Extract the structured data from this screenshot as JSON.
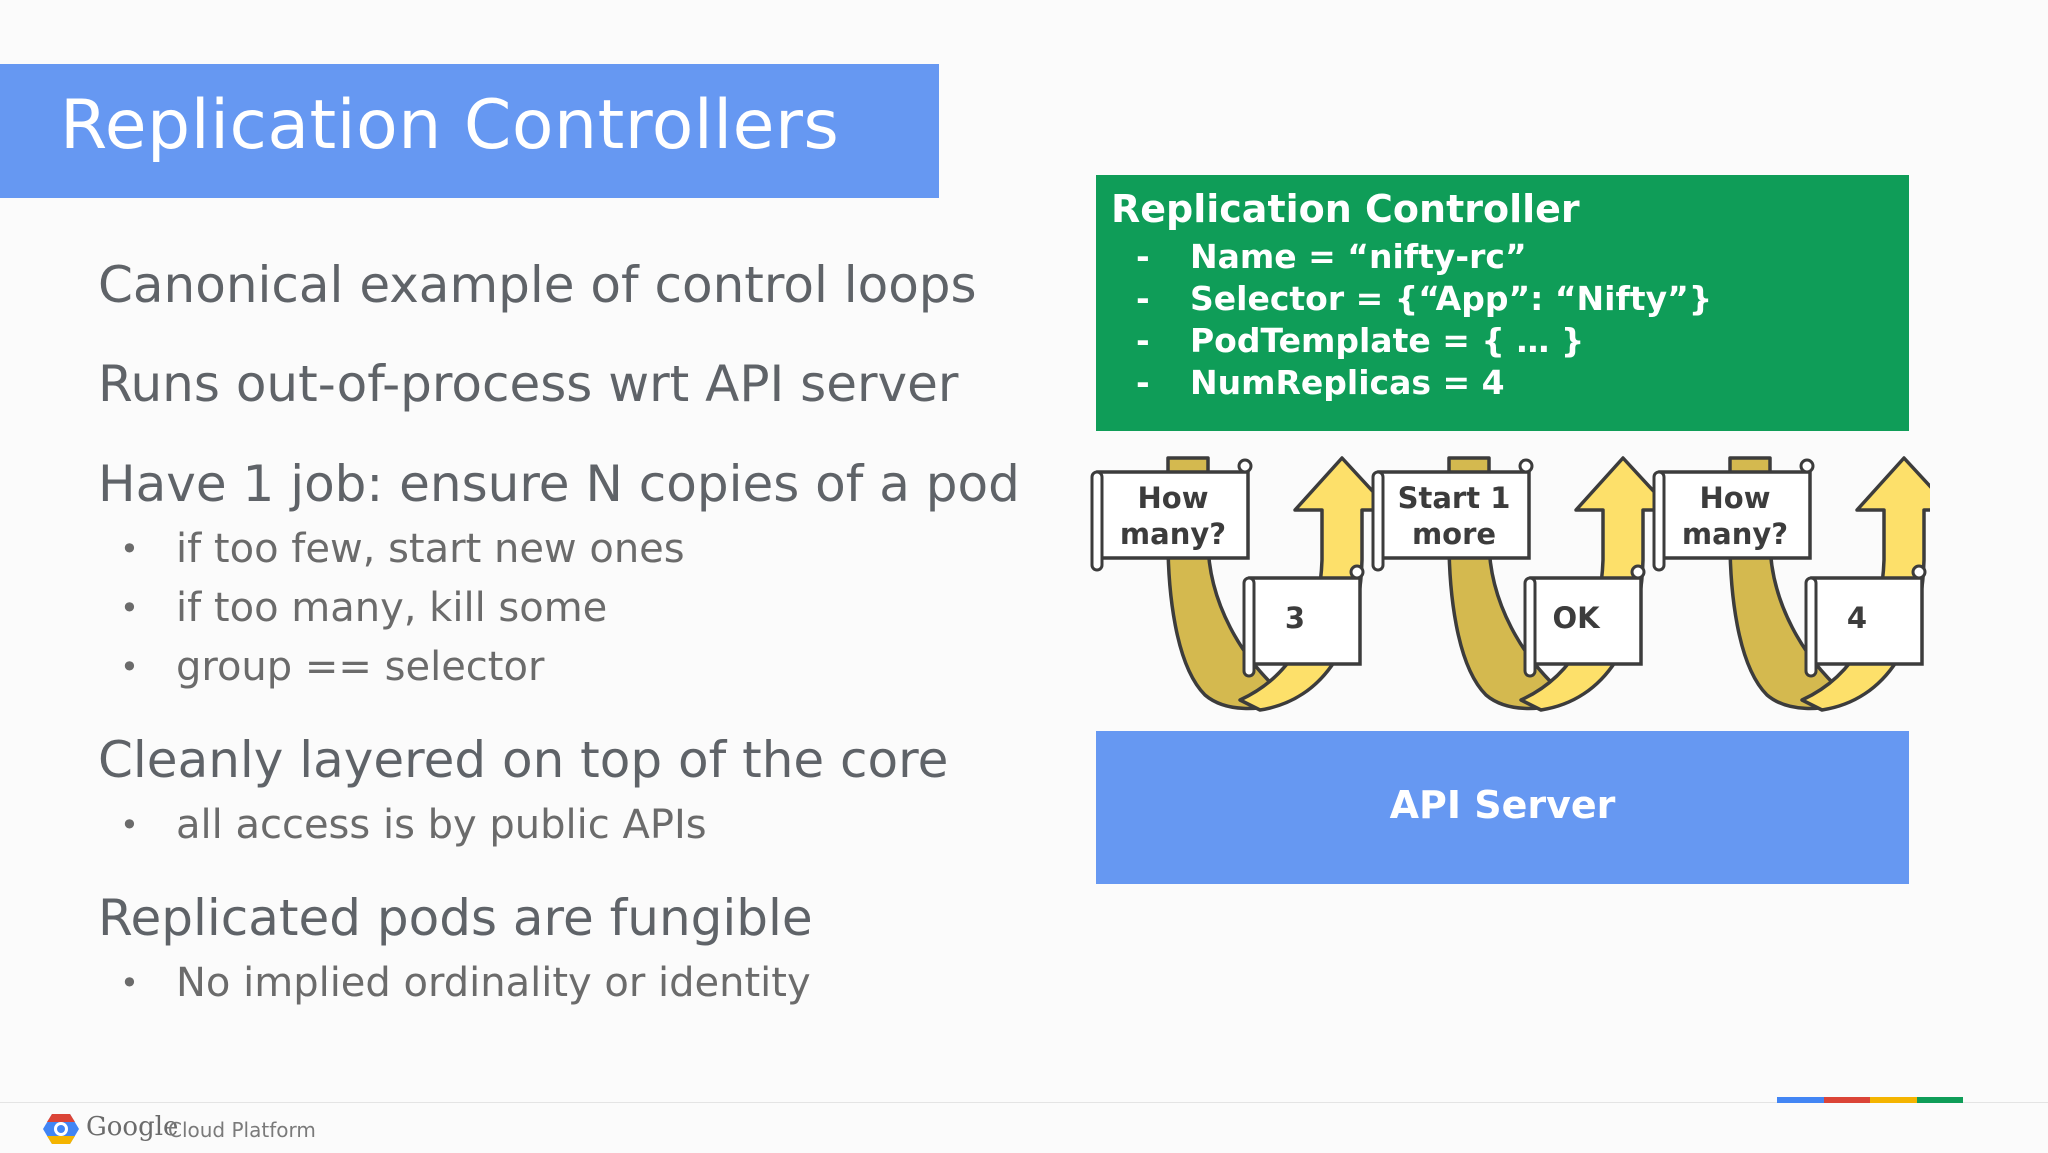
{
  "title": "Replication Controllers",
  "bullets": {
    "b1": "Canonical example of control loops",
    "b2": "Runs out-of-process wrt API server",
    "b3": "Have 1 job: ensure N copies of a pod",
    "b3_sub": [
      "if too few, start new ones",
      "if too many, kill some",
      "group == selector"
    ],
    "b4": "Cleanly layered on top of the core",
    "b4_sub": [
      "all access is by public APIs"
    ],
    "b5": "Replicated pods are fungible",
    "b5_sub": [
      "No implied ordinality or identity"
    ],
    "bullet_glyph": "•"
  },
  "replication_controller": {
    "heading": "Replication Controller",
    "dash": "-",
    "fields": [
      "Name = “nifty-rc”",
      "Selector = {“App”: “Nifty”}",
      "PodTemplate = { … }",
      "NumReplicas = 4"
    ]
  },
  "loops": [
    {
      "query_line1": "How",
      "query_line2": "many?",
      "reply": "3"
    },
    {
      "query_line1": "Start 1",
      "query_line2": "more",
      "reply": "OK"
    },
    {
      "query_line1": "How",
      "query_line2": "many?",
      "reply": "4"
    }
  ],
  "api_server": "API Server",
  "footer": {
    "brand": "Google",
    "product": "Cloud Platform",
    "logo_icon": "google-cloud-hexagon-icon"
  },
  "colors": {
    "title_bar": "#6698f2",
    "rc_box": "#0f9d58",
    "api_box": "#6698f2",
    "arrow_fill": "#fde06a",
    "arrow_dark": "#d4b94f",
    "strip": [
      "#4285f4",
      "#db4437",
      "#f4b400",
      "#0f9d58"
    ]
  }
}
